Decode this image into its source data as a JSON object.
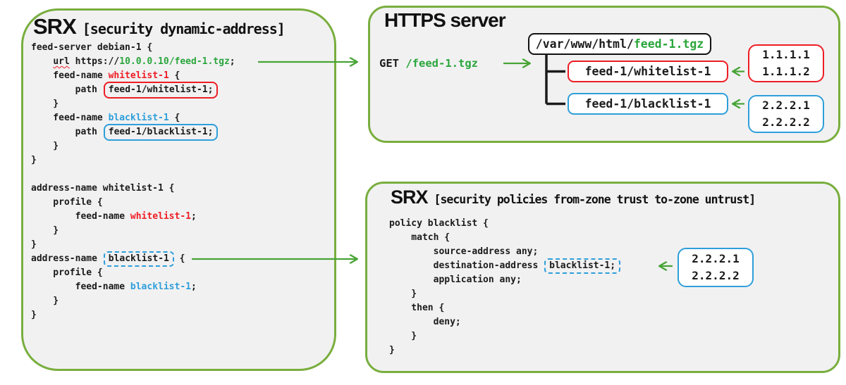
{
  "colors": {
    "green-border": "#79ae3e",
    "green-arrow": "#47a435",
    "green-code": "#2aa63c",
    "red-code": "#ee1d23",
    "blue-code": "#2e9fda",
    "ink": "#1b1b1b",
    "panel-bg": "#f1f1f2"
  },
  "panels": {
    "dynamic_address": {
      "title_main": "SRX",
      "title_bracket": "[security dynamic-address]",
      "code": [
        [
          {
            "t": "feed-server debian-1 {"
          }
        ],
        [
          {
            "t": "    "
          },
          {
            "t": "url",
            "c": "misspelled"
          },
          {
            "t": " https://"
          },
          {
            "t": "10.0.0.10/feed-1.tgz",
            "c": "green"
          },
          {
            "t": ";"
          }
        ],
        [
          {
            "t": "    feed-name "
          },
          {
            "t": "whitelist-1",
            "c": "red"
          },
          {
            "t": " {"
          }
        ],
        [
          {
            "t": "        path "
          },
          {
            "t": "feed-1/whitelist-1;",
            "c": "box-red"
          }
        ],
        [
          {
            "t": "    }"
          }
        ],
        [
          {
            "t": "    feed-name "
          },
          {
            "t": "blacklist-1",
            "c": "blue"
          },
          {
            "t": " {"
          }
        ],
        [
          {
            "t": "        path "
          },
          {
            "t": "feed-1/blacklist-1;",
            "c": "box-blue"
          }
        ],
        [
          {
            "t": "    }"
          }
        ],
        [
          {
            "t": "}"
          }
        ],
        [],
        [
          {
            "t": "address-name whitelist-1 {"
          }
        ],
        [
          {
            "t": "    profile {"
          }
        ],
        [
          {
            "t": "        feed-name "
          },
          {
            "t": "whitelist-1",
            "c": "red"
          },
          {
            "t": ";"
          }
        ],
        [
          {
            "t": "    }"
          }
        ],
        [
          {
            "t": "}"
          }
        ],
        [
          {
            "t": "address-name "
          },
          {
            "t": "blacklist-1",
            "c": "box-dashed-blue"
          },
          {
            "t": " {"
          }
        ],
        [
          {
            "t": "    profile {"
          }
        ],
        [
          {
            "t": "        feed-name "
          },
          {
            "t": "blacklist-1",
            "c": "blue"
          },
          {
            "t": ";"
          }
        ],
        [
          {
            "t": "    }"
          }
        ],
        [
          {
            "t": "}"
          }
        ]
      ]
    },
    "https_server": {
      "title": "HTTPS server",
      "get_request": {
        "method": "GET ",
        "path": "/feed-1.tgz"
      },
      "root_box": {
        "dir": "/var/www/html/",
        "file": "feed-1.tgz"
      },
      "whitelist_file": "feed-1/whitelist-1",
      "blacklist_file": "feed-1/blacklist-1",
      "whitelist_ips": [
        "1.1.1.1",
        "1.1.1.2"
      ],
      "blacklist_ips": [
        "2.2.2.1",
        "2.2.2.2"
      ]
    },
    "policy": {
      "title_main": "SRX",
      "title_bracket": "[security policies from-zone trust to-zone untrust]",
      "code": [
        [
          {
            "t": "policy blacklist {"
          }
        ],
        [
          {
            "t": "    match {"
          }
        ],
        [
          {
            "t": "        source-address any;"
          }
        ],
        [
          {
            "t": "        destination-address "
          },
          {
            "t": "blacklist-1;",
            "c": "box-dashed-blue"
          }
        ],
        [
          {
            "t": "        application any;"
          }
        ],
        [
          {
            "t": "    }"
          }
        ],
        [
          {
            "t": "    then {"
          }
        ],
        [
          {
            "t": "        deny;"
          }
        ],
        [
          {
            "t": "    }"
          }
        ],
        [
          {
            "t": "}"
          }
        ]
      ],
      "blacklist_ips": [
        "2.2.2.1",
        "2.2.2.2"
      ]
    }
  }
}
